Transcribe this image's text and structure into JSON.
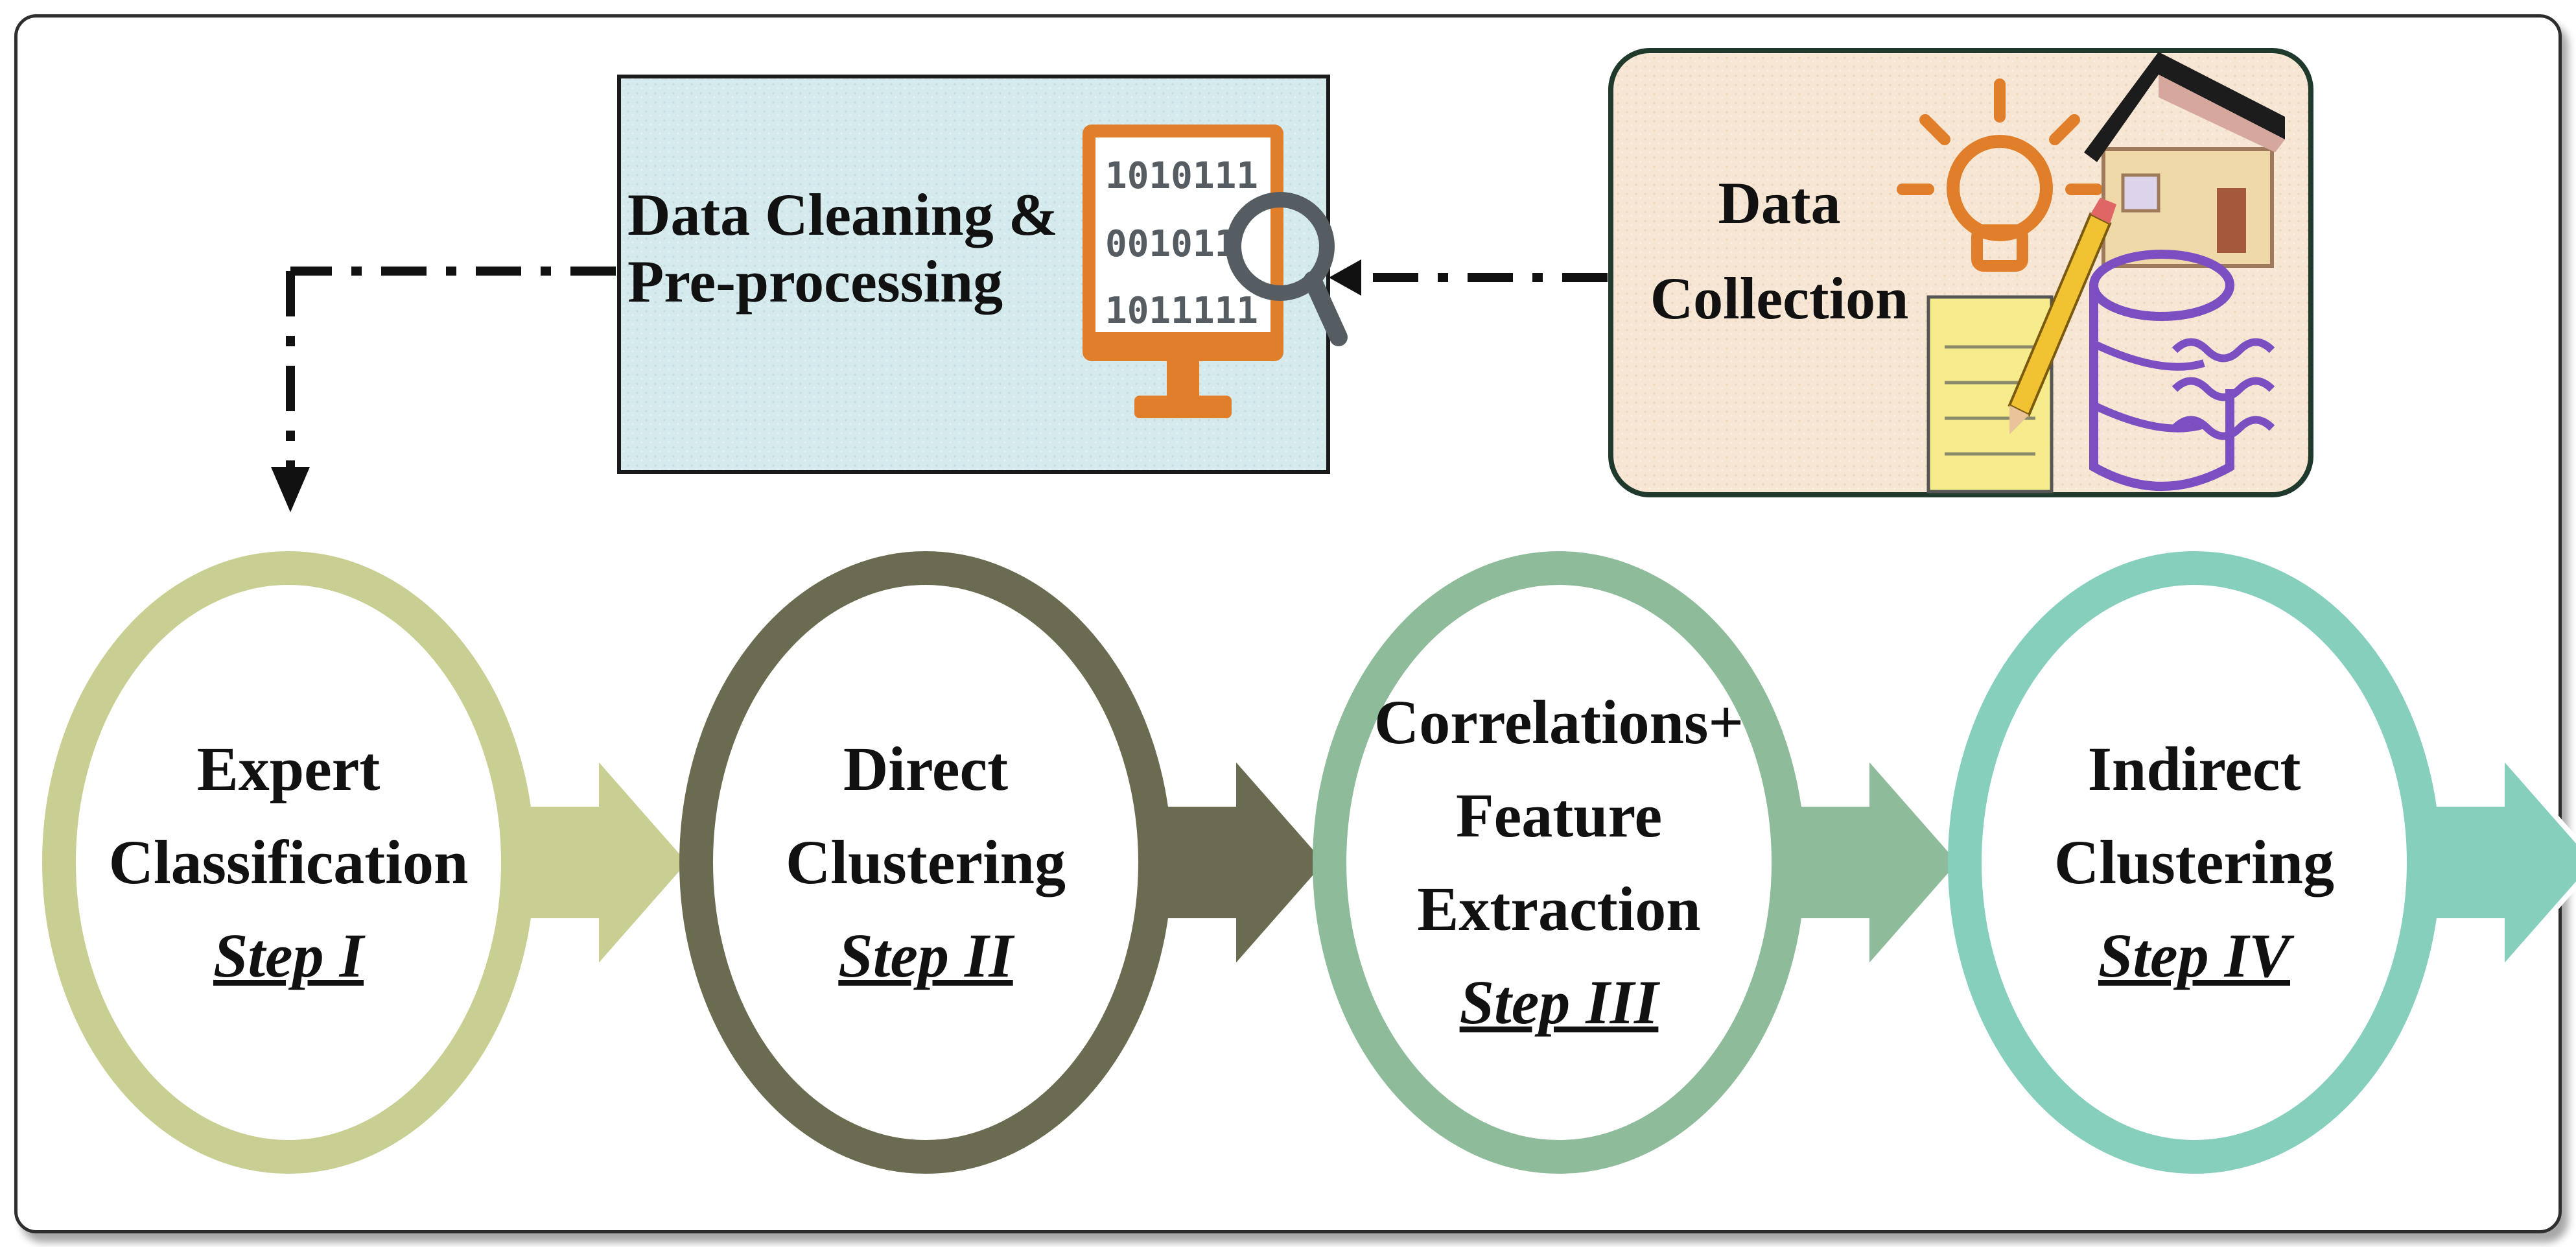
{
  "cleaning_box": {
    "line1": "Data Cleaning &",
    "line2": "Pre-processing",
    "binary_rows": [
      "1010111",
      "001011",
      "1011111"
    ],
    "icon": "computer-monitor-magnifier-icon"
  },
  "collection_box": {
    "line1": "Data",
    "line2": "Collection",
    "icons": [
      "lightbulb-icon",
      "house-icon",
      "notepad-pencil-icon",
      "database-icon"
    ]
  },
  "steps": [
    {
      "lines": [
        "Expert",
        "Classification"
      ],
      "tag": "Step I",
      "ring_color": "#c9cf93",
      "arrow_color": "#c9cf93"
    },
    {
      "lines": [
        "Direct",
        "Clustering"
      ],
      "tag": "Step II",
      "ring_color": "#6b6b52",
      "arrow_color": "#6b6b52"
    },
    {
      "lines": [
        "Correlations+",
        "Feature",
        "Extraction"
      ],
      "tag": "Step III",
      "ring_color": "#8ebb9a",
      "arrow_color": "#8ebb9a"
    },
    {
      "lines": [
        "Indirect",
        "Clustering"
      ],
      "tag": "Step IV",
      "ring_color": "#86cfbd",
      "arrow_color": "#86cfbd"
    }
  ],
  "colors": {
    "cleaning_bg": "#d8ecee",
    "collection_bg": "#f6e6d3",
    "monitor": "#e07e2a",
    "database": "#7b4fc2"
  }
}
